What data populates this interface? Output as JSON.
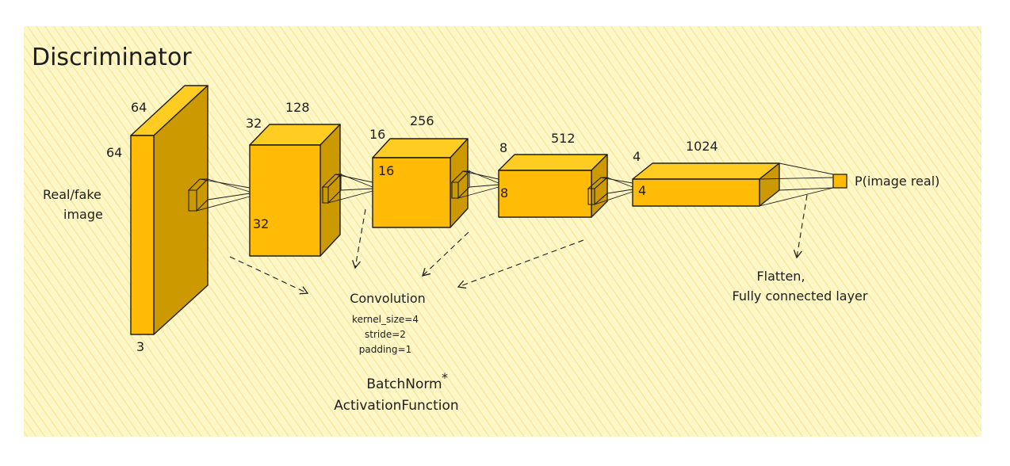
{
  "title": "Discriminator",
  "input": {
    "label_line1": "Real/fake",
    "label_line2": "image"
  },
  "layers": [
    {
      "channels": "3",
      "height": "64",
      "width": "64"
    },
    {
      "channels": "128",
      "height": "32",
      "width": "32"
    },
    {
      "channels": "256",
      "height": "16",
      "width": "16"
    },
    {
      "channels": "512",
      "height": "8",
      "width": "8"
    },
    {
      "channels": "1024",
      "height": "4",
      "width": "4"
    }
  ],
  "output_label": "P(image real)",
  "convolution": {
    "title": "Convolution",
    "kernel": "kernel_size=4",
    "stride": "stride=2",
    "padding": "padding=1"
  },
  "batchnorm": "BatchNorm",
  "batchnorm_mark": "*",
  "activation": "ActivationFunction",
  "flatten": {
    "line1": "Flatten,",
    "line2": "Fully connected layer"
  },
  "colors": {
    "background": "#fdf6c6",
    "hatch": "#f2dc78",
    "box_front": "#ffbb05",
    "box_top": "#ffcc22",
    "box_side": "#cc9a00",
    "stroke": "#1e1e1e"
  }
}
